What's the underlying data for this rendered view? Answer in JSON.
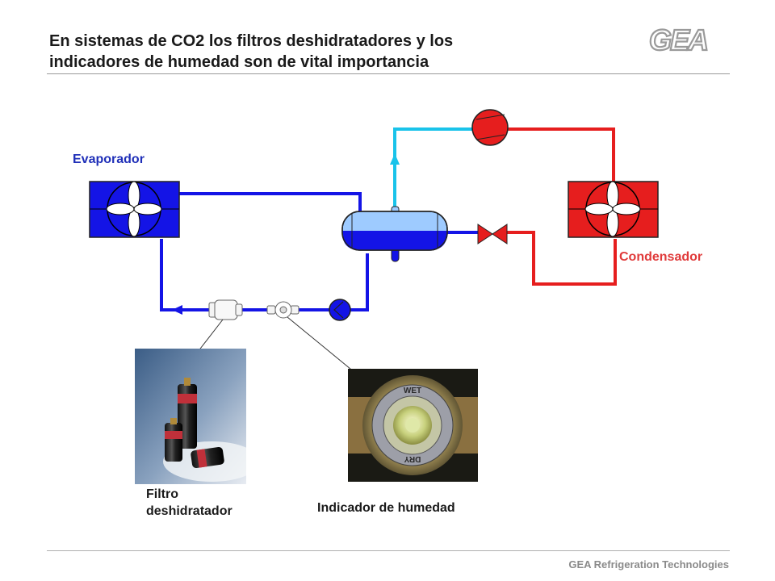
{
  "slide": {
    "title_line1": "En sistemas de CO2 los  filtros deshidratadores y los",
    "title_line2": "indicadores de humedad son de vital importancia",
    "logo_text": "GEA",
    "footer": "GEA Refrigeration  Technologies"
  },
  "diagram": {
    "evaporator_label": "Evaporador",
    "condenser_label": "Condensador",
    "filter_label_line1": "Filtro",
    "filter_label_line2": "deshidratador",
    "indicator_label": "Indicador de humedad"
  },
  "indicator_photo": {
    "ring_text_top": "WET",
    "ring_text_bottom": "DRY"
  },
  "colors": {
    "cold_line": "#1414e6",
    "hot_line": "#e61e1e",
    "suction_line": "#19c3ea",
    "evaporator_label": "#1f2fb8",
    "condenser_label": "#e03a3a"
  }
}
